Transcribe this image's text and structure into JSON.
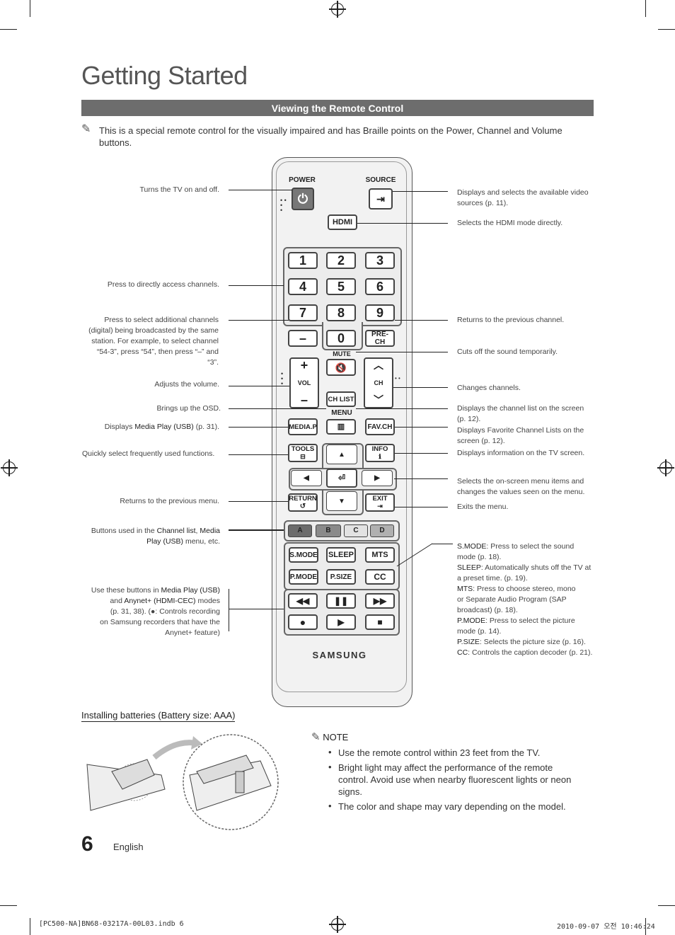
{
  "page": {
    "title": "Getting Started",
    "section": "Viewing the Remote Control",
    "intro": "This is a special remote control for the visually impaired and has Braille points on the Power, Channel and Volume buttons.",
    "page_number": "6",
    "language": "English",
    "footer_left": "[PC500-NA]BN68-03217A-00L03.indb   6",
    "footer_right": "2010-09-07   오전 10:46:24"
  },
  "remote": {
    "power": "POWER",
    "source": "SOURCE",
    "hdmi": "HDMI",
    "digits": [
      "1",
      "2",
      "3",
      "4",
      "5",
      "6",
      "7",
      "8",
      "9"
    ],
    "dash": "–",
    "zero": "0",
    "prech": "PRE-CH",
    "mute": "MUTE",
    "vol": "VOL",
    "ch": "CH",
    "chlist": "CH LIST",
    "menu": "MENU",
    "mediap": "MEDIA.P",
    "favch": "FAV.CH",
    "tools": "TOOLS",
    "info": "INFO",
    "return": "RETURN",
    "exit": "EXIT",
    "colors": [
      "A",
      "B",
      "C",
      "D"
    ],
    "smode": "S.MODE",
    "sleep": "SLEEP",
    "mts": "MTS",
    "pmode": "P.MODE",
    "psize": "P.SIZE",
    "cc": "CC",
    "brand": "SAMSUNG"
  },
  "left_labels": {
    "power": "Turns the TV on and off.",
    "numbers": "Press to directly access channels.",
    "dash_1": "Press to select additional channels",
    "dash_2": "(digital) being broadcasted by the same",
    "dash_3": "station. For example, to select channel",
    "dash_4": "“54-3”, press “54”, then press “–” and",
    "dash_5": "“3”.",
    "vol": "Adjusts the volume.",
    "menu": "Brings up the OSD.",
    "mediap_pre": "Displays ",
    "mediap_key": "Media Play (USB)",
    "mediap_post": " (p. 31).",
    "tools": "Quickly select frequently used functions.",
    "return": "Returns to the previous menu.",
    "colors_1_pre": "Buttons used in the ",
    "colors_1_k1": "Channel list",
    "colors_1_mid": ", ",
    "colors_1_k2": "Media",
    "colors_2_k": "Play (USB)",
    "colors_2_post": " menu, etc.",
    "play_1_pre": "Use these buttons in ",
    "play_1_k": "Media Play (USB)",
    "play_2_pre": "and ",
    "play_2_k": "Anynet+ (HDMI-CEC)",
    "play_2_post": " modes",
    "play_3": "(p. 31, 38). (●: Controls recording",
    "play_4": "on Samsung recorders that have the",
    "play_5": "Anynet+ feature)"
  },
  "right_labels": {
    "source_1": "Displays and selects the available video",
    "source_2": "sources (p. 11).",
    "hdmi": "Selects the HDMI mode directly.",
    "prech": "Returns to the previous channel.",
    "mute": "Cuts off the sound temporarily.",
    "ch": "Changes channels.",
    "chlist_1": "Displays the channel list on the screen",
    "chlist_2": "(p. 12).",
    "favch_1": "Displays Favorite Channel Lists on the",
    "favch_2": "screen (p. 12).",
    "info": "Displays information on the TV screen.",
    "arrows_1": "Selects the on-screen menu items and",
    "arrows_2": "changes the values seen on the menu.",
    "exit": "Exits the menu.",
    "smode_k": "S.MODE",
    "smode_1": ": Press to select the sound",
    "smode_2": "mode (p. 18).",
    "sleep_k": "SLEEP",
    "sleep_1": ": Automatically shuts off the TV at",
    "sleep_2": "a preset time. (p. 19).",
    "mts_k": "MTS",
    "mts_1": ": Press to choose stereo, mono",
    "mts_2": "or Separate Audio Program (SAP",
    "mts_3": "broadcast) (p. 18).",
    "pmode_k": "P.MODE",
    "pmode_1": ": Press to select the picture",
    "pmode_2": "mode (p. 14).",
    "psize_k": "P.SIZE",
    "psize_1": ": Selects the picture size (p. 16).",
    "cc_k": "CC",
    "cc_1": ": Controls the caption decoder (p. 21)."
  },
  "batteries": {
    "title": "Installing batteries (Battery size: AAA)",
    "note_heading": "NOTE",
    "notes": [
      "Use the remote control within 23 feet from the TV.",
      "Bright light may affect the performance of the remote control. Avoid use when nearby fluorescent lights or neon signs.",
      "The color and shape may vary depending on the model."
    ]
  }
}
